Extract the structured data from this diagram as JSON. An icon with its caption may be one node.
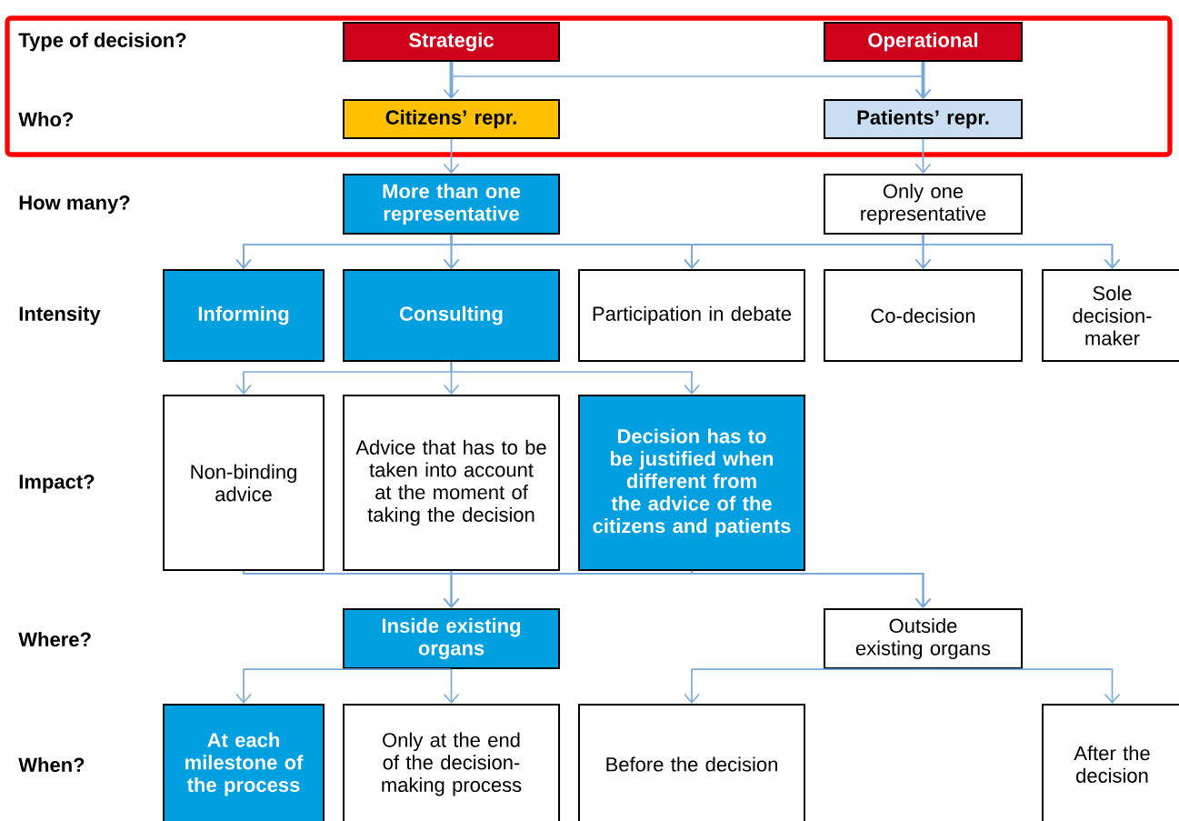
{
  "diagram": {
    "nodes": [
      {
        "text": [],
        "shape": "box"
      },
      {
        "text": [
          "Strategic"
        ],
        "in": 0
      },
      {
        "text": [
          "Operational"
        ],
        "in": 0
      },
      {
        "text": [
          "Citizens’ repr."
        ],
        "in": 0
      },
      {
        "text": [
          "Patients’ repr."
        ],
        "in": 0
      },
      {
        "text": [
          "More than one representative"
        ]
      },
      {
        "text": [
          "Only one representative"
        ]
      },
      {
        "text": [
          "Informing"
        ]
      },
      {
        "text": [
          "Consulting"
        ]
      },
      {
        "text": [
          "Participation in debate"
        ]
      },
      {
        "text": [
          "Co-decision"
        ]
      },
      {
        "text": [
          "Sole decision-maker"
        ]
      },
      {
        "text": [
          "Non-binding advice"
        ]
      },
      {
        "text": [
          "Advice that has to be taken into account at the moment of taking the decision"
        ]
      },
      {
        "text": [
          "Decision has to be justified when different from the advice of the citizens and patients"
        ]
      },
      {
        "text": [
          "Inside existing organs"
        ]
      },
      {
        "text": [
          "Outside existing organs"
        ]
      },
      {
        "text": [
          "At each milestone of the process"
        ]
      },
      {
        "text": [
          "Only at the end of the decision-making process"
        ]
      },
      {
        "text": [
          "Before the decision"
        ]
      },
      {
        "text": [
          "After the decision"
        ]
      }
    ],
    "edges": [
      {
        "from": 1,
        "to": 3,
        "arrow": "to",
        "style": "thick"
      },
      {
        "from": 2,
        "to": 4,
        "arrow": "to",
        "style": "thick"
      },
      {
        "from": 1,
        "to": 4,
        "arrow": "to"
      },
      {
        "from": 3,
        "to": 5,
        "arrow": "to"
      },
      {
        "from": 4,
        "to": 6,
        "arrow": "to"
      },
      {
        "from": 5,
        "to": 7,
        "arrow": "to"
      },
      {
        "from": 5,
        "to": 8,
        "arrow": "to"
      },
      {
        "from": 5,
        "to": 9,
        "arrow": "to"
      },
      {
        "from": 5,
        "to": 10,
        "arrow": "to"
      },
      {
        "from": 5,
        "to": 11,
        "arrow": "to"
      },
      {
        "from": 6,
        "to": 7,
        "arrow": "to"
      },
      {
        "from": 6,
        "to": 8,
        "arrow": "to"
      },
      {
        "from": 6,
        "to": 9,
        "arrow": "to"
      },
      {
        "from": 6,
        "to": 10,
        "arrow": "to"
      },
      {
        "from": 6,
        "to": 11,
        "arrow": "to"
      },
      {
        "from": 8,
        "to": 12,
        "arrow": "to"
      },
      {
        "from": 8,
        "to": 13,
        "arrow": "to"
      },
      {
        "from": 8,
        "to": 14,
        "arrow": "to"
      },
      {
        "from": 12,
        "to": 15,
        "arrow": "to"
      },
      {
        "from": 12,
        "to": 16,
        "arrow": "to"
      },
      {
        "from": 13,
        "to": 15,
        "arrow": "to"
      },
      {
        "from": 13,
        "to": 16,
        "arrow": "to"
      },
      {
        "from": 14,
        "to": 15,
        "arrow": "to"
      },
      {
        "from": 14,
        "to": 16,
        "arrow": "to"
      },
      {
        "from": 15,
        "to": 17,
        "arrow": "to"
      },
      {
        "from": 15,
        "to": 18,
        "arrow": "to"
      },
      {
        "from": 16,
        "to": 19,
        "arrow": "to"
      },
      {
        "from": 16,
        "to": 20,
        "arrow": "to"
      }
    ],
    "labels": [
      "Type of decision?",
      "Who?",
      "How many?",
      "Intensity",
      "Impact?",
      "Where?",
      "When?"
    ]
  }
}
